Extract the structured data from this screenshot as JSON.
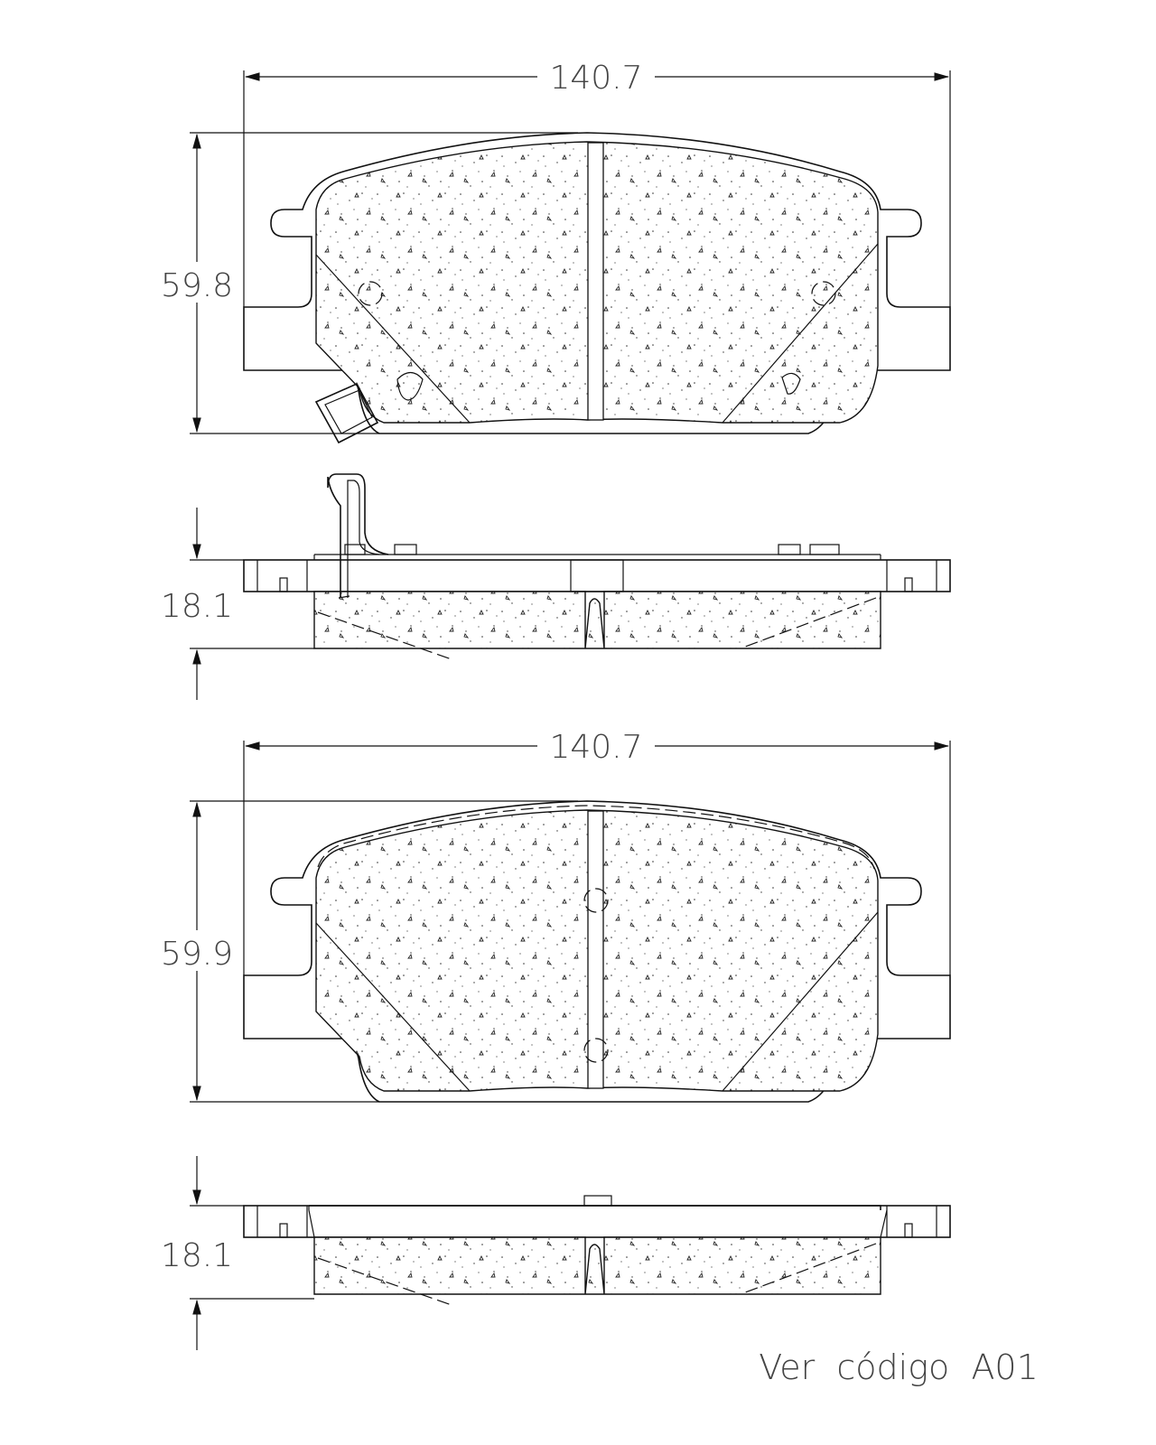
{
  "drawing": {
    "pads": [
      {
        "name": "pad-1",
        "width_label": "140.7",
        "height_label": "59.8",
        "thickness_label": "18.1",
        "has_wear_sensor": true
      },
      {
        "name": "pad-2",
        "width_label": "140.7",
        "height_label": "59.9",
        "thickness_label": "18.1",
        "has_wear_sensor": false
      }
    ],
    "note": "Ver  código  A01"
  }
}
